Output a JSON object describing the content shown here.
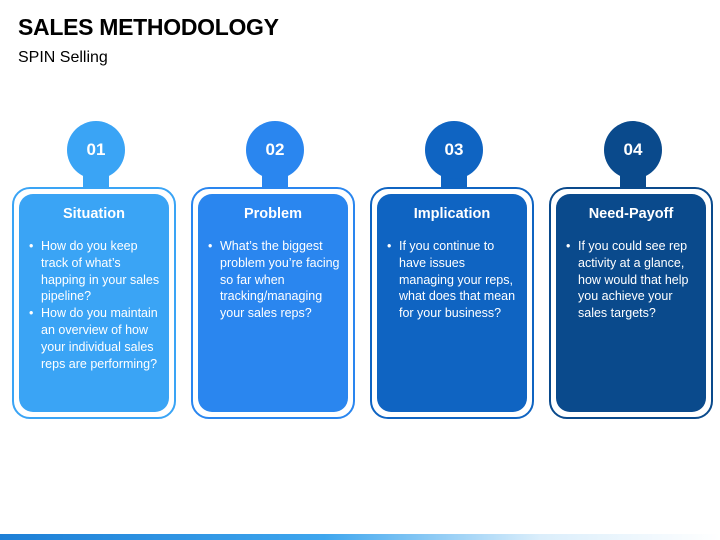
{
  "header": {
    "title": "SALES METHODOLOGY",
    "subtitle": "SPIN Selling"
  },
  "colors": {
    "step1": "#3aa4f5",
    "step2": "#2a86ef",
    "step3": "#0f64c2",
    "step4": "#0a4a8c"
  },
  "steps": [
    {
      "number": "01",
      "title": "Situation",
      "bullets": [
        "How do you keep track of what’s happing in your sales pipeline?",
        "How do you maintain an overview of how your individual sales reps are performing?"
      ]
    },
    {
      "number": "02",
      "title": "Problem",
      "bullets": [
        "What’s the biggest problem you’re facing so far when tracking/managing your sales reps?"
      ]
    },
    {
      "number": "03",
      "title": "Implication",
      "bullets": [
        "If you continue to have issues managing your reps, what does that mean for your business?"
      ]
    },
    {
      "number": "04",
      "title": "Need-Payoff",
      "bullets": [
        "If you could see rep activity at a glance, how would that help you achieve your sales targets?"
      ]
    }
  ]
}
